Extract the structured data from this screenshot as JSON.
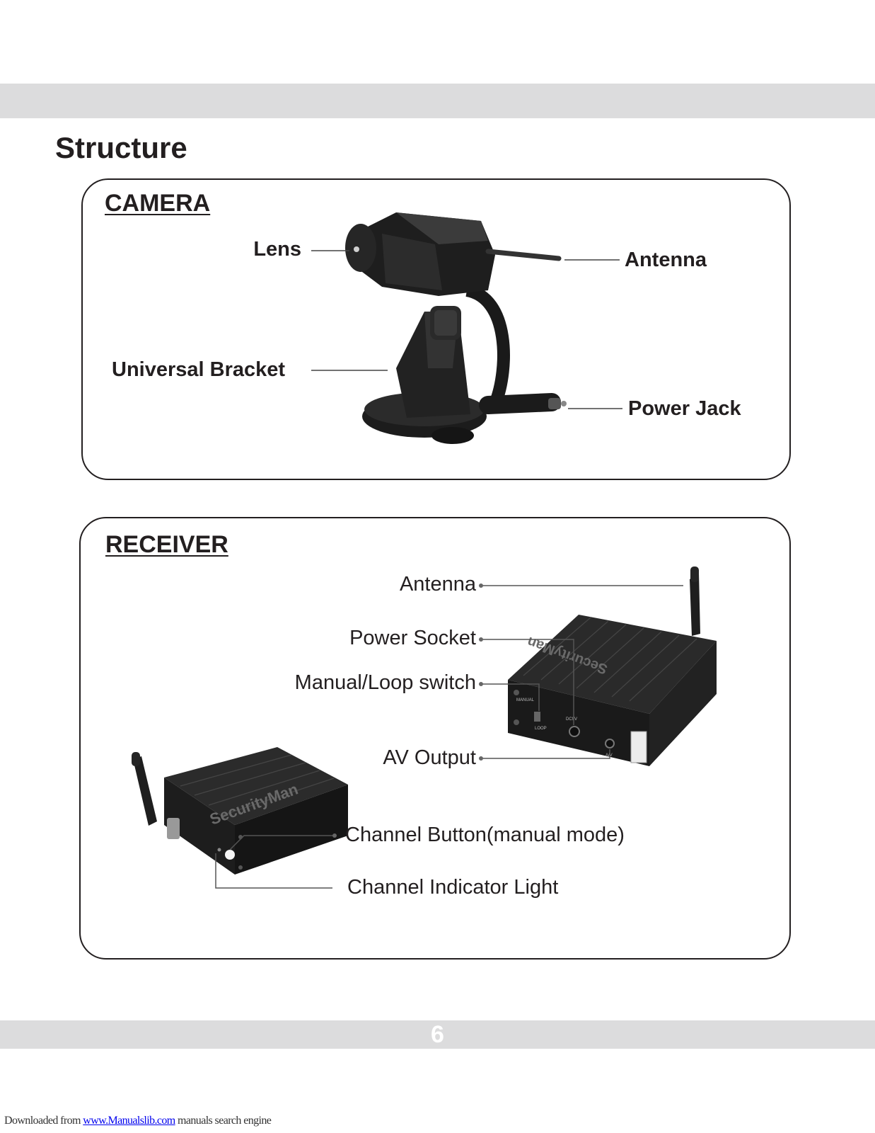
{
  "page": {
    "title": "Structure",
    "page_number": "6"
  },
  "camera": {
    "heading": "CAMERA",
    "labels": {
      "lens": "Lens",
      "antenna": "Antenna",
      "universal_bracket": "Universal Bracket",
      "power_jack": "Power Jack"
    }
  },
  "receiver": {
    "heading": "RECEIVER",
    "labels": {
      "antenna": "Antenna",
      "power_socket": "Power Socket",
      "manual_loop_switch": "Manual/Loop switch",
      "av_output": "AV Output",
      "channel_button": "Channel Button(manual mode)",
      "channel_indicator": "Channel Indicator Light"
    },
    "device_logo": "SecurityMan",
    "panel_marks": {
      "manual": "MANUAL",
      "loop": "LOOP",
      "dc": "DC9V",
      "av": "A/V"
    }
  },
  "footer": {
    "prefix": "Downloaded from ",
    "link_text": "www.Manualslib.com",
    "suffix": " manuals search engine"
  }
}
